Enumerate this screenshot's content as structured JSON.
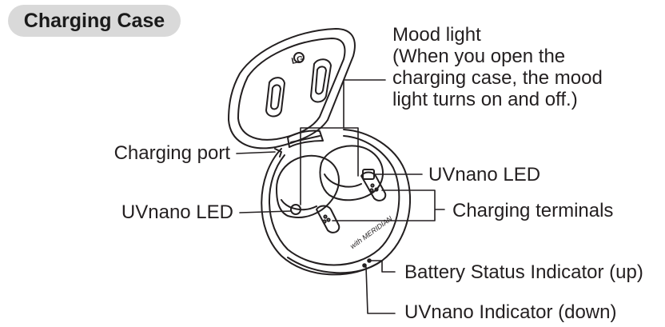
{
  "section_title": "Charging Case",
  "callouts": {
    "mood_light": {
      "lines": [
        "Mood light",
        "(When you open the",
        "charging case, the mood",
        "light turns on and off.)"
      ]
    },
    "charging_port": "Charging port",
    "uvnano_led_left": "UVnano LED",
    "uvnano_led_right": "UVnano LED",
    "charging_terminals": "Charging terminals",
    "battery_status_indicator": "Battery Status Indicator (up)",
    "uvnano_indicator": "UVnano Indicator (down)"
  },
  "logos": {
    "lid_logo": "LG",
    "brand_mark": "MERIDIAN",
    "brand_prefix": "with"
  },
  "colors": {
    "pill_background": "#d9d9d9",
    "line_art": "#231f20",
    "text": "#231f20"
  }
}
